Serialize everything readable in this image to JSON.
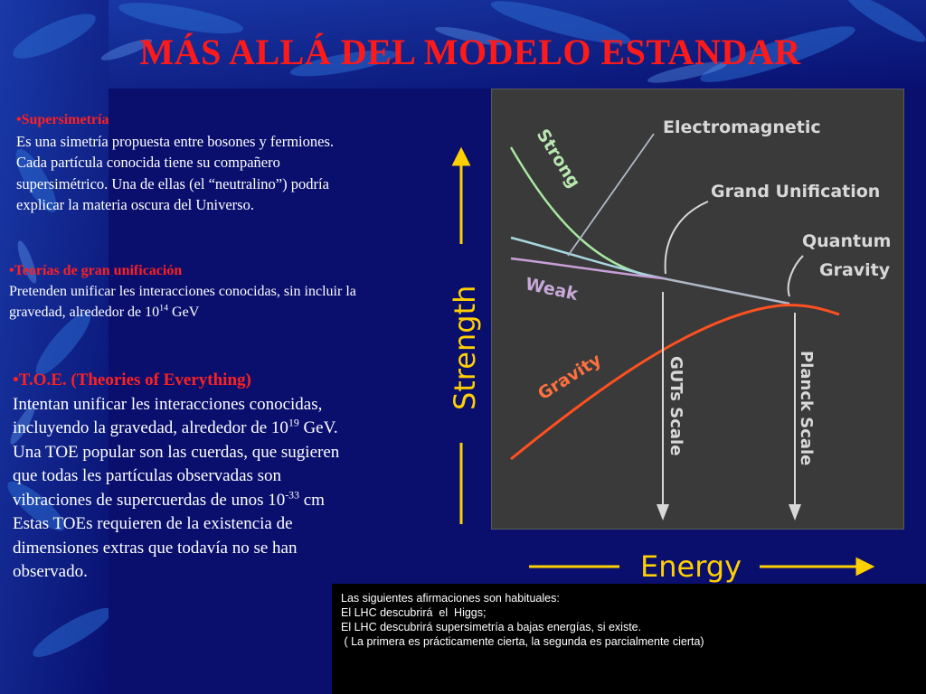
{
  "title": "MÁS ALLÁ DEL MODELO ESTANDAR",
  "sections": [
    {
      "heading": "•Supersimetría",
      "lines": [
        "Es una simetría propuesta entre bosones y fermiones.",
        "Cada partícula conocida tiene su compañero",
        "supersimétrico. Una de ellas (el “neutralino”) podría",
        "explicar la materia oscura del Universo."
      ]
    },
    {
      "heading": "•Teorías de gran  unificación",
      "line1": "Pretenden unificar les interacciones conocidas, sin incluir la",
      "line2_pre": "gravedad, alrededor  de 10",
      "line2_sup": "14",
      "line2_post": " GeV"
    },
    {
      "heading": "•T.O.E. (Theories of Everything)",
      "line1": "Intentan unificar les interacciones conocidas,",
      "line2_pre": "incluyendo la gravedad, alrededor de 10",
      "line2_sup": "19",
      "line2_post": " GeV.",
      "line3": "Una TOE popular son las cuerdas, que sugieren",
      "line4": "que todas les partículas observadas son",
      "line5_pre": "vibraciones de supercuerdas de unos 10",
      "line5_sup": "-33",
      "line5_post": " cm",
      "line6": "Estas TOEs requieren de la existencia de",
      "line7": "dimensiones extras que todavía no se han",
      "line8": "observado."
    }
  ],
  "diagram": {
    "labels": {
      "electromagnetic": "Electromagnetic",
      "strong": "Strong",
      "grand_unification": "Grand Unification",
      "quantum": "Quantum",
      "gravity_q": "Gravity",
      "weak": "Weak",
      "gravity": "Gravity",
      "guts_scale": "GUTs Scale",
      "planck_scale": "Planck Scale"
    },
    "axes": {
      "y_label": "Strength",
      "x_label": "Energy"
    },
    "colors": {
      "strong": "#a8e8a0",
      "electromagnetic": "#a8d8e0",
      "weak": "#c8a0d8",
      "gravity": "#ff6030",
      "panel": "#3a3a3a",
      "axis": "#ffd000"
    }
  },
  "note": {
    "lines": [
      "Las siguientes afirmaciones son habituales:",
      "El LHC descubrirá  el  Higgs;",
      "El LHC descubrirá supersimetría a bajas energías, si existe.",
      " ( La primera es prácticamente cierta, la segunda es parcialmente cierta)"
    ]
  }
}
